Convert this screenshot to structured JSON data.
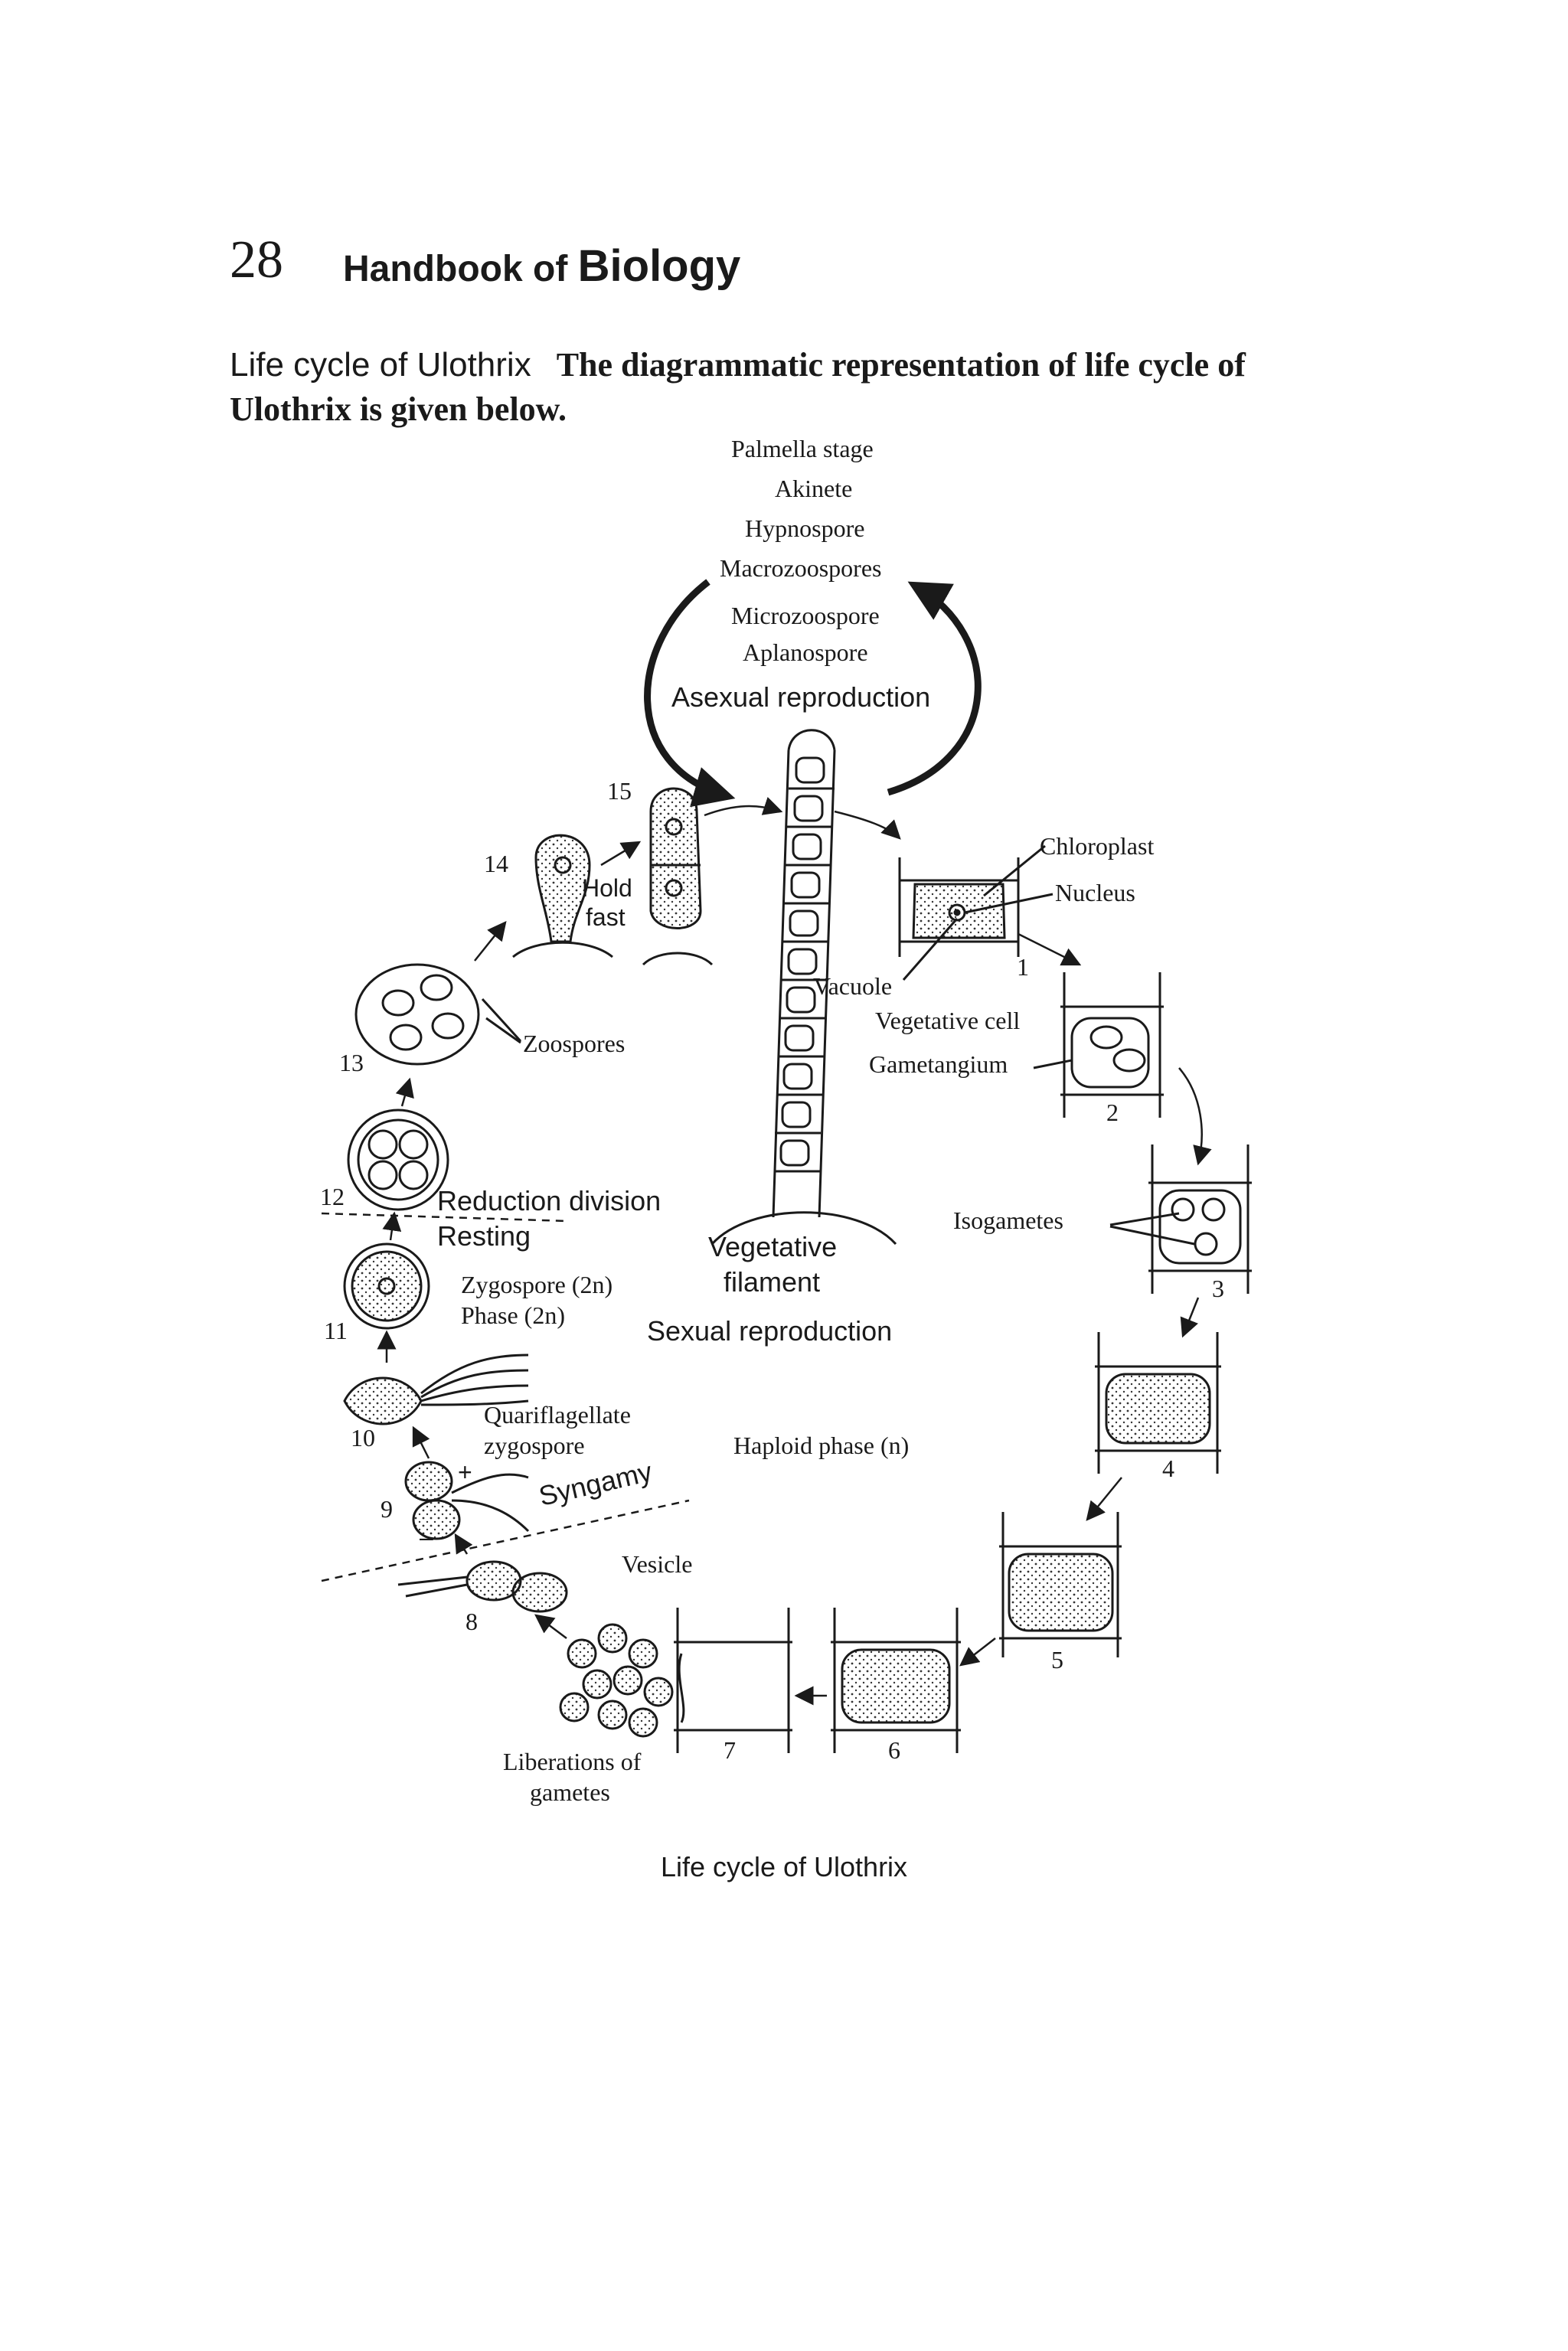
{
  "header": {
    "page_number": "28",
    "running_title_prefix": "Handbook of",
    "running_title_main": "Biology"
  },
  "intro": {
    "heading": "Life cycle of Ulothrix",
    "text": "The diagrammatic representation of life cycle of Ulothrix is given below."
  },
  "asexual_stages": [
    "Palmella stage",
    "Akinete",
    "Hypnospore",
    "Macrozoospores",
    "Microzoospore",
    "Aplanospore"
  ],
  "labels": {
    "asexual_reproduction": "Asexual reproduction",
    "chloroplast": "Chloroplast",
    "nucleus": "Nucleus",
    "vacuole": "Vacuole",
    "vegetative_cell": "Vegetative cell",
    "gametangium": "Gametangium",
    "isogametes": "Isogametes",
    "hold": "Hold",
    "fast": "fast",
    "zoospores": "Zoospores",
    "reduction_division": "Reduction division",
    "resting": "Resting",
    "zygospore": "Zygospore (2n)",
    "phase": "Phase (2n)",
    "vegetative": "Vegetative",
    "filament": "filament",
    "sexual_reproduction": "Sexual reproduction",
    "quadriflagellate": "Quariflagellate",
    "zygospore2": "zygospore",
    "haploid_phase": "Haploid phase (n)",
    "syngamy": "Syngamy",
    "vesicle": "Vesicle",
    "liberations_of": "Liberations of",
    "gametes": "gametes",
    "plus": "+",
    "minus": "–"
  },
  "stage_numbers": [
    "1",
    "2",
    "3",
    "4",
    "5",
    "6",
    "7",
    "8",
    "9",
    "10",
    "11",
    "12",
    "13",
    "14",
    "15"
  ],
  "caption": "Life cycle of Ulothrix"
}
